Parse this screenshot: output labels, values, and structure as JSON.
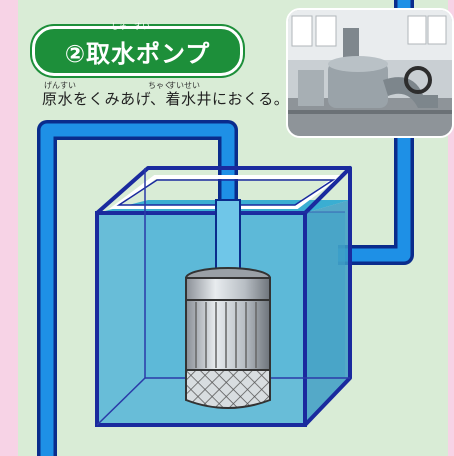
{
  "title": {
    "text": "②取水ポンプ",
    "ruby_shu": "しゅ",
    "ruby_sui": "すい"
  },
  "description": {
    "text": "原水をくみあげ、着水井におくる。",
    "ruby_gen": "げん",
    "ruby_sui1": "すい",
    "ruby_chaku": "ちゃく",
    "ruby_sui2": "すい",
    "ruby_sei": "せい"
  },
  "colors": {
    "panel_bg": "#d9ecd6",
    "page_bg": "#f7d3e6",
    "title_green": "#1d8f3a",
    "pipe_blue": "#1e90e6",
    "pipe_border": "#0a2c8c",
    "water": "#4db3d6",
    "tank_outline": "#1a2a9e"
  },
  "photo": {
    "subject": "pump-station-photo"
  }
}
